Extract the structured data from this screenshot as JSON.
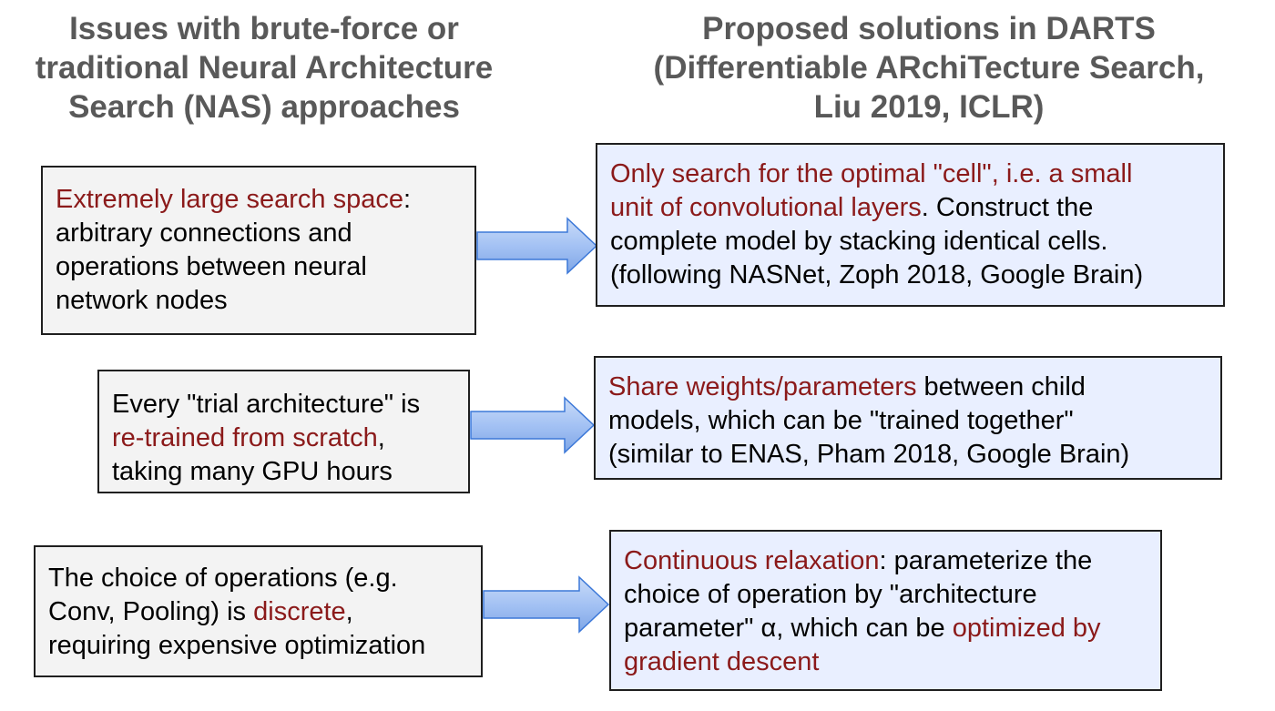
{
  "headings": {
    "left": [
      "Issues with brute-force or",
      "traditional Neural Architecture",
      "Search (NAS) approaches"
    ],
    "right": [
      "Proposed solutions in DARTS",
      "(Differentiable ARchiTecture Search,",
      "Liu 2019, ICLR)"
    ]
  },
  "colors": {
    "heading_text": "#595959",
    "highlight_text": "#8b1a1a",
    "issue_box_fill": "#f3f3f3",
    "solution_box_fill": "#e9efff",
    "arrow_fill": "#a4c2f4",
    "arrow_stroke": "#3c78d8"
  },
  "issues": [
    {
      "line1_hl": "Extremely large search space",
      "line1_tail": ":",
      "line2": "arbitrary connections and",
      "line3": "operations between neural",
      "line4": "network nodes"
    },
    {
      "line1": "Every \"trial architecture\" is",
      "line2_hl": "re-trained from scratch",
      "line2_tail": ",",
      "line3": "taking many GPU hours"
    },
    {
      "line1": "The choice of operations (e.g.",
      "line2_head": "Conv, Pooling) is ",
      "line2_hl": "discrete",
      "line2_tail": ",",
      "line3": "requiring expensive optimization"
    }
  ],
  "solutions": [
    {
      "line1_hl": "Only search for the optimal \"cell\", i.e. a small",
      "line2_hl": "unit of convolutional layers",
      "line2_tail": ". Construct the",
      "line3": "complete model by stacking identical cells.",
      "line4": "(following NASNet, Zoph 2018, Google Brain)"
    },
    {
      "line1_hl": "Share weights/parameters",
      "line1_tail": " between child",
      "line2": "models, which can be \"trained together\"",
      "line3": "(similar to ENAS, Pham 2018, Google Brain)"
    },
    {
      "line1_hl": "Continuous relaxation",
      "line1_tail": ": parameterize the",
      "line2": "choice of operation by \"architecture",
      "line3_head": "parameter\" α, which can be ",
      "line3_hl": "optimized by",
      "line4_hl": "gradient descent"
    }
  ]
}
